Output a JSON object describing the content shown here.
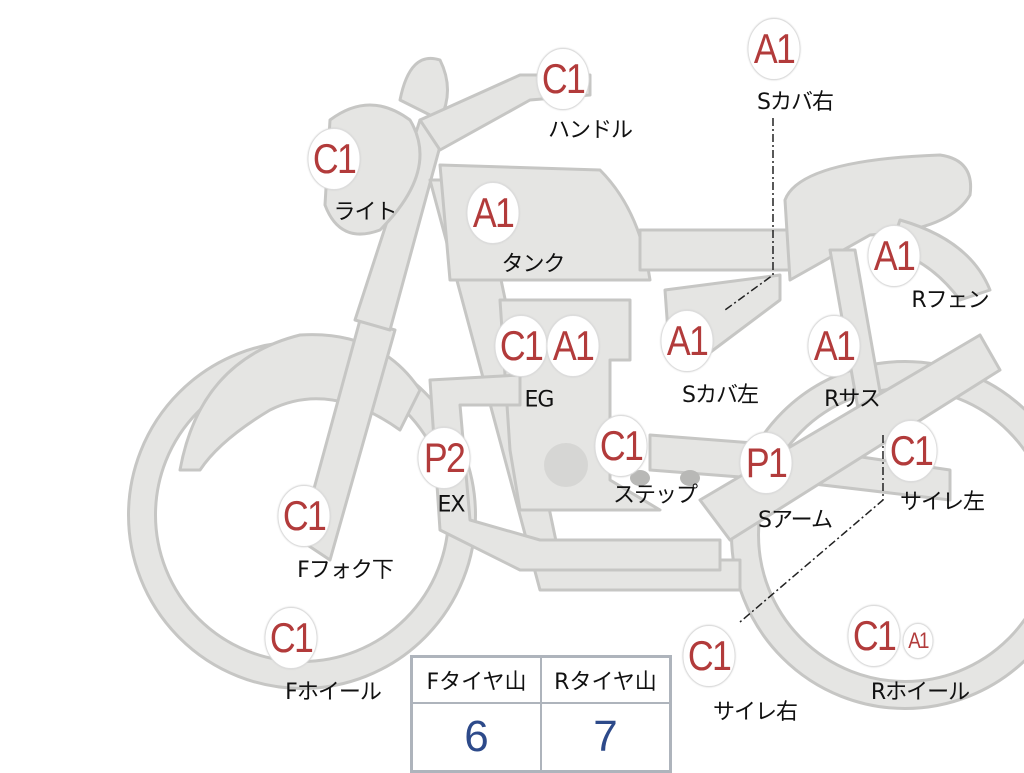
{
  "colors": {
    "badge_text": "#b23b3b",
    "body_fill": "#e5e5e3",
    "body_stroke": "#c6c6c4",
    "tyre_value": "#2d4a8a"
  },
  "parts": [
    {
      "name": "handle",
      "grade": "C1",
      "label": "ハンドル"
    },
    {
      "name": "s-cover-right",
      "grade": "A1",
      "label": "Sカバ右"
    },
    {
      "name": "light",
      "grade": "C1",
      "label": "ライト"
    },
    {
      "name": "tank",
      "grade": "A1",
      "label": "タンク"
    },
    {
      "name": "rear-fender",
      "grade": "A1",
      "label": "Rフェン"
    },
    {
      "name": "engine",
      "grade": "C1",
      "grade2": "A1",
      "label": "EG"
    },
    {
      "name": "s-cover-left",
      "grade": "A1",
      "label": "Sカバ左"
    },
    {
      "name": "rear-suspension",
      "grade": "A1",
      "label": "Rサス"
    },
    {
      "name": "exhaust",
      "grade": "P2",
      "label": "EX"
    },
    {
      "name": "step",
      "grade": "C1",
      "label": "ステップ"
    },
    {
      "name": "swing-arm",
      "grade": "P1",
      "label": "Sアーム"
    },
    {
      "name": "silencer-left",
      "grade": "C1",
      "label": "サイレ左"
    },
    {
      "name": "front-fork-lower",
      "grade": "C1",
      "label": "Fフォク下"
    },
    {
      "name": "front-wheel",
      "grade": "C1",
      "label": "Fホイール"
    },
    {
      "name": "silencer-right",
      "grade": "C1",
      "label": "サイレ右"
    },
    {
      "name": "rear-wheel",
      "grade": "C1",
      "grade2": "A1",
      "label": "Rホイール"
    }
  ],
  "tyre_table": {
    "front_label": "Fタイヤ山",
    "rear_label": "Rタイヤ山",
    "front_value": "6",
    "rear_value": "7"
  }
}
